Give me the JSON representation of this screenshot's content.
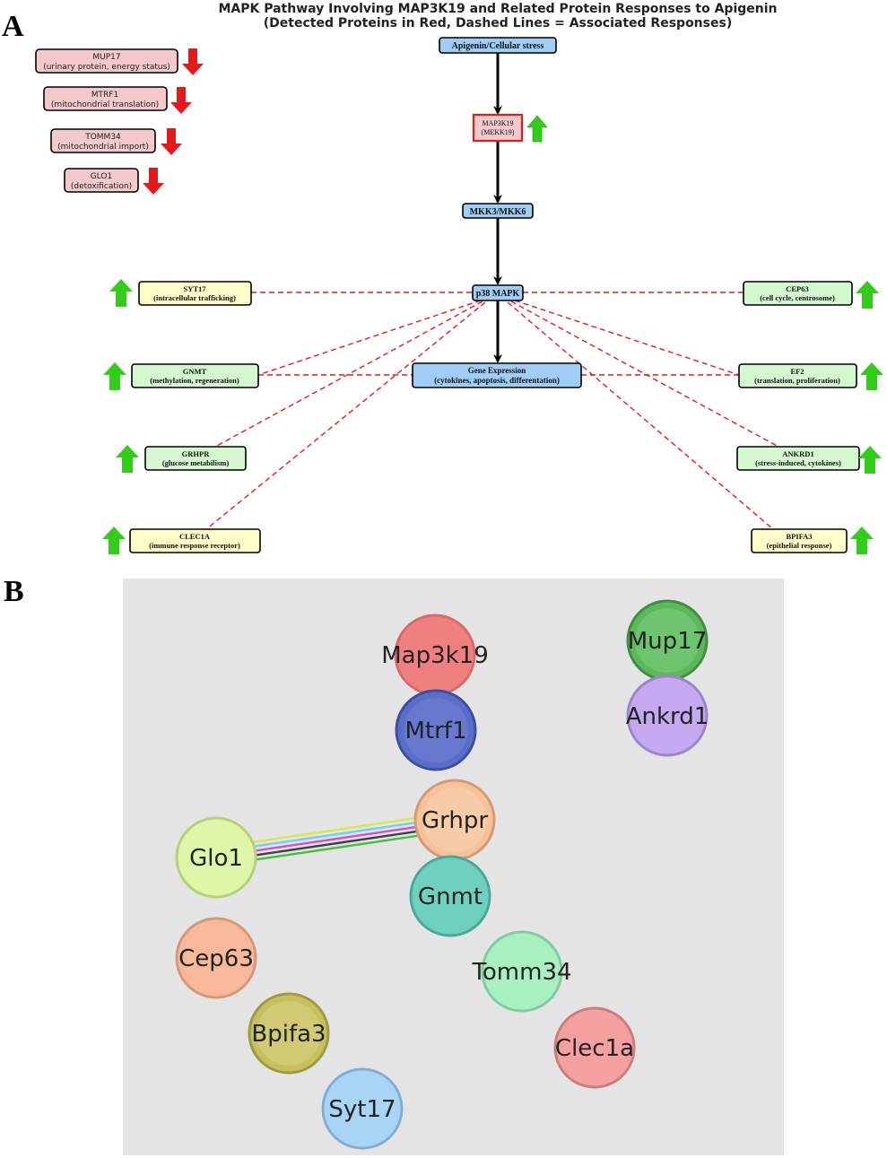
{
  "panel_a": {
    "label": "A",
    "title_line1": "MAPK Pathway Involving MAP3K19 and Related Protein Responses to Apigenin",
    "title_line2": "(Detected Proteins in Red, Dashed Lines = Associated Responses)",
    "pathway": {
      "stress": "Apigenin/Cellular stress",
      "map3k19_name": "MAP3K19",
      "map3k19_alias": "(MEKK19)",
      "mkk": "MKK3/MKK6",
      "p38": "p38 MAPK",
      "gene_expr_name": "Gene Expression",
      "gene_expr_desc": "(cytokines, apoptosis, differentation)"
    },
    "down_proteins": [
      {
        "name": "MUP17",
        "desc": "(urinary protein, energy status)"
      },
      {
        "name": "MTRF1",
        "desc": "(mitochondrial translation)"
      },
      {
        "name": "TOMM34",
        "desc": "(mitochondrial import)"
      },
      {
        "name": "GLO1",
        "desc": "(detoxification)"
      }
    ],
    "left_up": [
      {
        "name": "SYT17",
        "desc": "(intracellular trafficking)",
        "fill": "#fffdc8"
      },
      {
        "name": "GNMT",
        "desc": "(methylation, regeneration)",
        "fill": "#d4f7d0"
      },
      {
        "name": "GRHPR",
        "desc": "(glucose metabilism)",
        "fill": "#d4f7d0"
      },
      {
        "name": "CLEC1A",
        "desc": "(immune response receptor)",
        "fill": "#fffdc8"
      }
    ],
    "right_up": [
      {
        "name": "CEP63",
        "desc": "(cell cycle, centrosome)",
        "fill": "#d4f7d0"
      },
      {
        "name": "EF2",
        "desc": "(translation, proliferation)",
        "fill": "#d4f7d0"
      },
      {
        "name": "ANKRD1",
        "desc": "(stress-induced, cytokines)",
        "fill": "#d4f7d0"
      },
      {
        "name": "BPIFA3",
        "desc": "(epithelial response)",
        "fill": "#fffdc8"
      }
    ],
    "colors": {
      "pathway_box": "#9fcdf5",
      "down_box": "#f4c9cc",
      "detected_border": "#e31a1c",
      "up_arrow": "#33cc1a",
      "down_arrow": "#e31a1c",
      "dashed_line": "#e31a1c"
    }
  },
  "panel_b": {
    "label": "B",
    "nodes": [
      {
        "label": "Map3k19",
        "color": "#f08080"
      },
      {
        "label": "Mtrf1",
        "color": "#5a6ec8"
      },
      {
        "label": "Mup17",
        "color": "#5cb85c"
      },
      {
        "label": "Ankrd1",
        "color": "#c4a8f0"
      },
      {
        "label": "Grhpr",
        "color": "#f5c29a"
      },
      {
        "label": "Gnmt",
        "color": "#6fd0c0"
      },
      {
        "label": "Glo1",
        "color": "#dff5a8"
      },
      {
        "label": "Cep63",
        "color": "#f7b99a"
      },
      {
        "label": "Tomm34",
        "color": "#a8f0c0"
      },
      {
        "label": "Bpifa3",
        "color": "#c8c060"
      },
      {
        "label": "Clec1a",
        "color": "#f5a0a0"
      },
      {
        "label": "Syt17",
        "color": "#a8d4f5"
      }
    ],
    "edge": {
      "from": "Glo1",
      "to": "Grhpr",
      "colors": [
        "#d8e84a",
        "#6fd0f0",
        "#d050d0",
        "#404040",
        "#40c040"
      ]
    },
    "background": "#e6e6e6"
  }
}
